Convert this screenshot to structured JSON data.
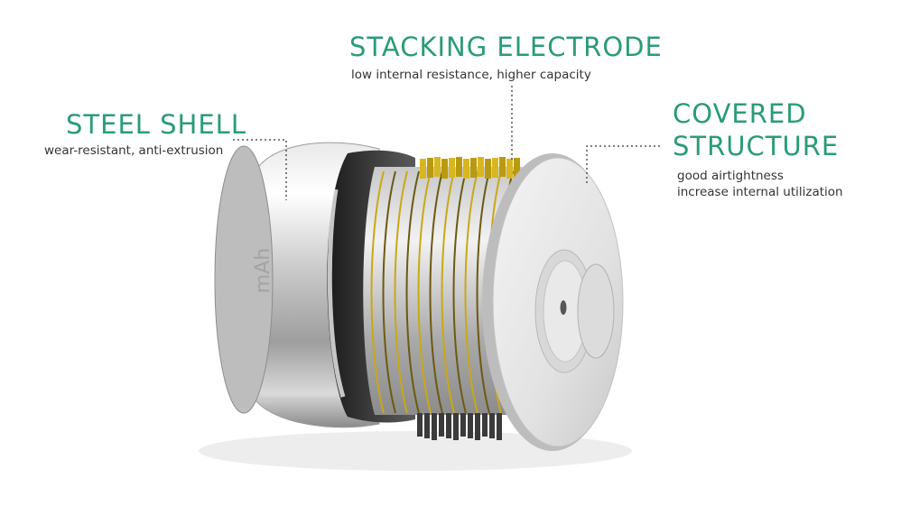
{
  "theme": {
    "accent": "#2a9b79",
    "text": "#333333",
    "leader": "#555555"
  },
  "callouts": {
    "stacking": {
      "title": "STACKING ELECTRODE",
      "description": "low internal resistance, higher capacity"
    },
    "shell": {
      "title": "STEEL SHELL",
      "description": "wear-resistant, anti-extrusion"
    },
    "covered": {
      "title_line1": "COVERED",
      "title_line2": "STRUCTURE",
      "description_line1": "good airtightness",
      "description_line2": "increase internal utilization"
    }
  },
  "cell": {
    "shell_engraving": "mAh"
  }
}
